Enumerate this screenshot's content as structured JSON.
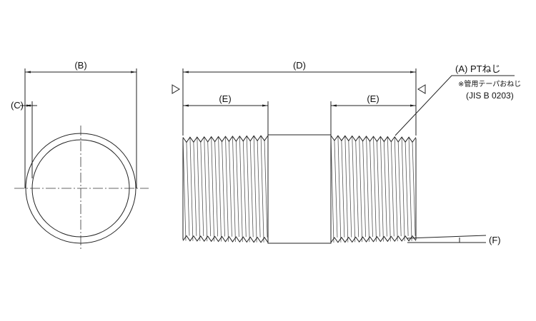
{
  "labels": {
    "b": "(B)",
    "c": "(C)",
    "d": "(D)",
    "e_left": "(E)",
    "e_right": "(E)",
    "f": "(F)",
    "a_title": "(A) PTねじ",
    "a_note": "※管用テーパおねじ",
    "a_standard": "(JIS B 0203)"
  }
}
